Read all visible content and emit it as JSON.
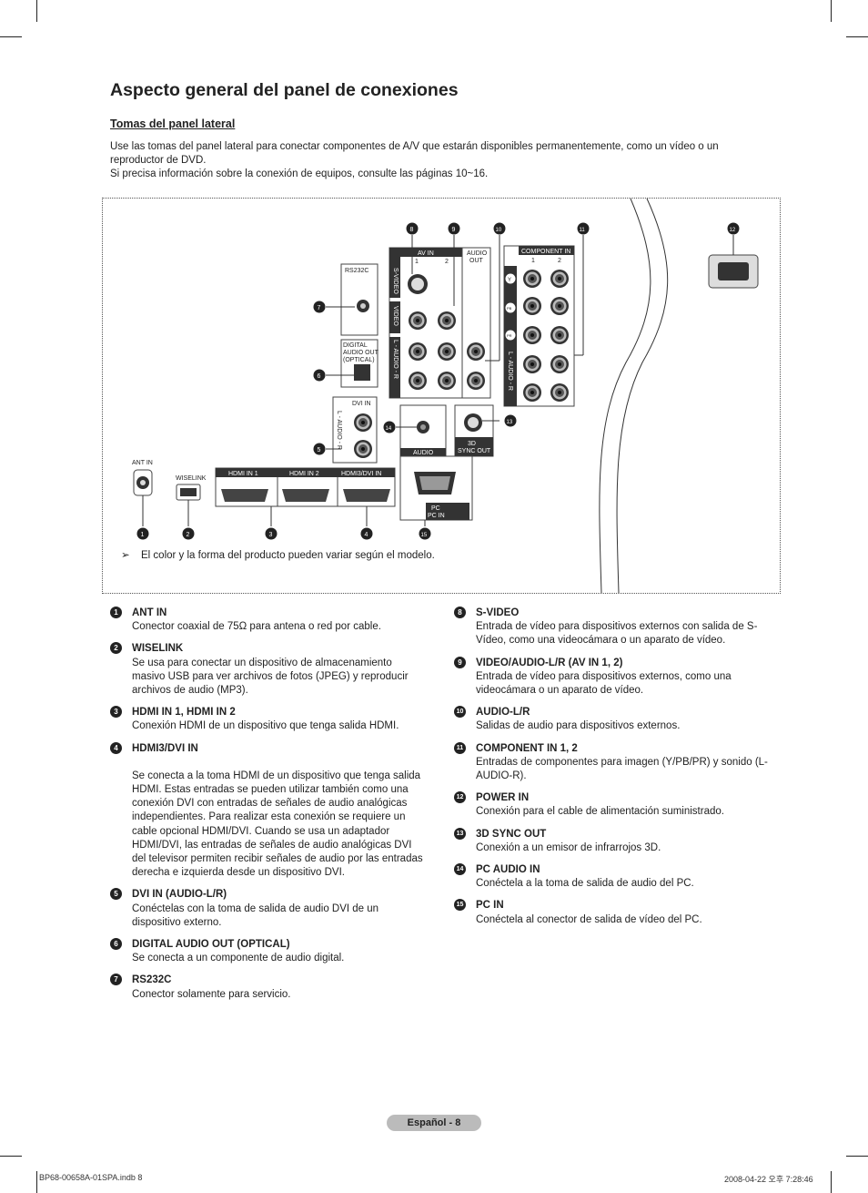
{
  "page": {
    "title": "Aspecto general del panel de conexiones",
    "subtitle": "Tomas del panel lateral",
    "intro_1": "Use las tomas del panel lateral para conectar componentes de A/V que estarán disponibles permanentemente, como un vídeo o un reproductor de DVD.",
    "intro_2": "Si precisa información sobre la conexión de equipos, consulte las páginas 10~16."
  },
  "figure": {
    "note": "El color y la forma del producto pueden variar según el modelo.",
    "labels": {
      "ant_in": "ANT IN",
      "wiselink": "WISELINK",
      "hdmi_in_1": "HDMI IN 1",
      "hdmi_in_2": "HDMI IN 2",
      "hdmi3_dvi_in": "HDMI3/DVI IN",
      "rs232c": "RS232C",
      "digital_audio_out_1": "DIGITAL",
      "digital_audio_out_2": "AUDIO OUT",
      "digital_audio_out_3": "(OPTICAL)",
      "dvi_in": "DVI IN",
      "audio_v": "L - AUDIO - R",
      "av_in": "AV IN",
      "av_1": "1",
      "av_2": "2",
      "audio_out_1": "AUDIO",
      "audio_out_2": "OUT",
      "s_video": "S-VIDEO",
      "video": "VIDEO",
      "audio_side": "L - AUDIO - R",
      "component_in": "COMPONENT IN",
      "comp_1": "1",
      "comp_2": "2",
      "comp_y": "Y",
      "comp_pb": "PB",
      "comp_pr": "PR",
      "audio": "AUDIO",
      "sync_1": "3D",
      "sync_2": "SYNC OUT",
      "pc": "PC",
      "pc_in": "PC IN"
    },
    "callouts": [
      "1",
      "2",
      "3",
      "4",
      "5",
      "6",
      "7",
      "8",
      "9",
      "10",
      "11",
      "12",
      "13",
      "14",
      "15"
    ]
  },
  "items_left": [
    {
      "n": "1",
      "title": "ANT IN",
      "desc": "Conector coaxial de 75Ω para antena o red por cable."
    },
    {
      "n": "2",
      "title": "WISELINK",
      "desc": "Se usa para conectar un dispositivo de almacenamiento masivo USB para ver archivos de fotos (JPEG) y reproducir archivos de audio (MP3)."
    },
    {
      "n": "3",
      "title": "HDMI IN 1, HDMI IN 2",
      "desc": "Conexión HDMI de un dispositivo que tenga salida HDMI."
    },
    {
      "n": "4",
      "title": "HDMI3/DVI IN",
      "desc": "Se conecta a la toma HDMI de un dispositivo que tenga salida HDMI. Estas entradas se pueden utilizar también como una conexión DVI con entradas de señales de audio analógicas independientes. Para realizar esta conexión se requiere un cable opcional HDMI/DVI. Cuando se usa un adaptador HDMI/DVI, las entradas de señales de audio analógicas DVI del televisor permiten recibir señales de audio por las entradas derecha e izquierda desde un dispositivo DVI."
    },
    {
      "n": "5",
      "title": "DVI IN (AUDIO-L/R)",
      "desc": "Conéctelas con la toma de salida de audio DVI de un dispositivo externo."
    },
    {
      "n": "6",
      "title": "DIGITAL AUDIO OUT (OPTICAL)",
      "desc": "Se conecta a un componente de audio digital."
    },
    {
      "n": "7",
      "title": "RS232C",
      "desc": "Conector solamente para servicio."
    }
  ],
  "items_right": [
    {
      "n": "8",
      "title": "S-VIDEO",
      "desc": "Entrada de vídeo para dispositivos externos con salida de S-Vídeo, como una videocámara o un aparato de vídeo."
    },
    {
      "n": "9",
      "title": "VIDEO/AUDIO-L/R (AV IN 1, 2)",
      "desc": "Entrada de vídeo para dispositivos externos, como una videocámara o un aparato de vídeo."
    },
    {
      "n": "10",
      "title": "AUDIO-L/R",
      "desc": "Salidas de audio para dispositivos externos."
    },
    {
      "n": "11",
      "title": "COMPONENT IN 1, 2",
      "desc": "Entradas de componentes para imagen (Y/PB/PR) y sonido (L-AUDIO-R)."
    },
    {
      "n": "12",
      "title": "POWER IN",
      "desc": "Conexión para el cable de alimentación suministrado."
    },
    {
      "n": "13",
      "title": "3D SYNC OUT",
      "desc": "Conexión a un emisor de infrarrojos 3D."
    },
    {
      "n": "14",
      "title": "PC AUDIO IN",
      "desc": "Conéctela a la toma de salida de audio del PC."
    },
    {
      "n": "15",
      "title": "PC IN",
      "desc": "Conéctela al conector de salida de vídeo del PC."
    }
  ],
  "footer": {
    "page_label": "Español - 8",
    "file": "BP68-00658A-01SPA.indb   8",
    "timestamp": "2008-04-22   오후 7:28:46"
  }
}
